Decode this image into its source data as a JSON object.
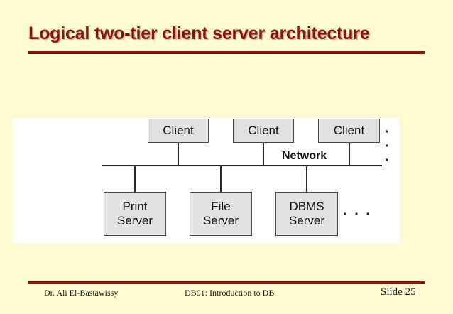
{
  "slide": {
    "title": "Logical two-tier client server architecture",
    "background_color": "#FDFBCF",
    "accent_color": "#8E1010"
  },
  "diagram": {
    "panel_background": "#FFFFFF",
    "network_label": "Network",
    "clients": [
      {
        "label": "Client"
      },
      {
        "label": "Client"
      },
      {
        "label": "Client"
      }
    ],
    "clients_ellipsis": "· · ·",
    "servers": [
      {
        "line1": "Print",
        "line2": "Server"
      },
      {
        "line1": "File",
        "line2": "Server"
      },
      {
        "line1": "DBMS",
        "line2": "Server"
      }
    ],
    "servers_ellipsis": "· · ·"
  },
  "footer": {
    "author": "Dr. Ali El-Bastawissy",
    "course": "DB01: Introduction to DB",
    "slide_number": "Slide 25"
  }
}
